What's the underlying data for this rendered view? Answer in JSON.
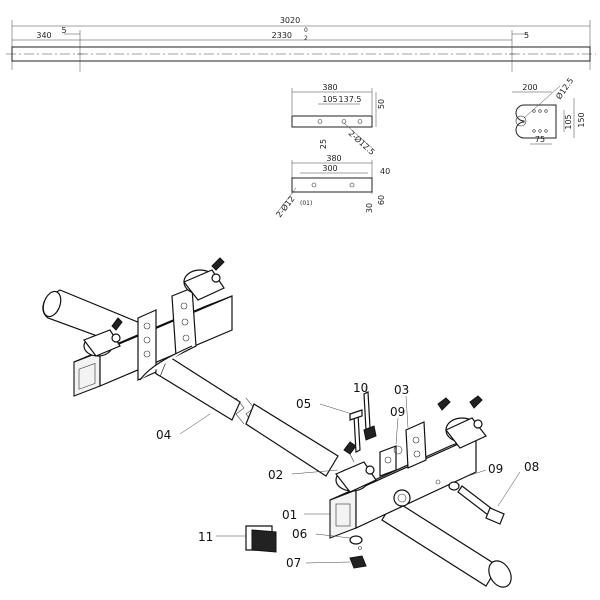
{
  "top_view": {
    "overall_length": "3020",
    "left_offset": "340",
    "left_small": "5",
    "center_span": "2330",
    "center_tol_upper": "0",
    "center_tol_lower": "2",
    "right_small": "5"
  },
  "plate_a": {
    "width": "380",
    "hole_spacing_1": "105",
    "hole_spacing_2": "137.5",
    "height": "50",
    "edge": "25",
    "holes": "2-Ø12.5"
  },
  "plate_b": {
    "width": "380",
    "inner": "300",
    "right_top": "40",
    "height_30": "30",
    "height_60": "60",
    "holes": "2-Ø12",
    "note": "(01)"
  },
  "plate_c": {
    "width": "200",
    "hole": "Ø12.5",
    "height": "150",
    "inner": "105",
    "bottom": "75"
  },
  "callouts": [
    {
      "id": "c10",
      "label": "10"
    },
    {
      "id": "c03",
      "label": "03"
    },
    {
      "id": "c05",
      "label": "05"
    },
    {
      "id": "c09a",
      "label": "09"
    },
    {
      "id": "c04",
      "label": "04"
    },
    {
      "id": "c02",
      "label": "02"
    },
    {
      "id": "c09b",
      "label": "09"
    },
    {
      "id": "c08",
      "label": "08"
    },
    {
      "id": "c01",
      "label": "01"
    },
    {
      "id": "c11",
      "label": "11"
    },
    {
      "id": "c06",
      "label": "06"
    },
    {
      "id": "c07",
      "label": "07"
    }
  ]
}
